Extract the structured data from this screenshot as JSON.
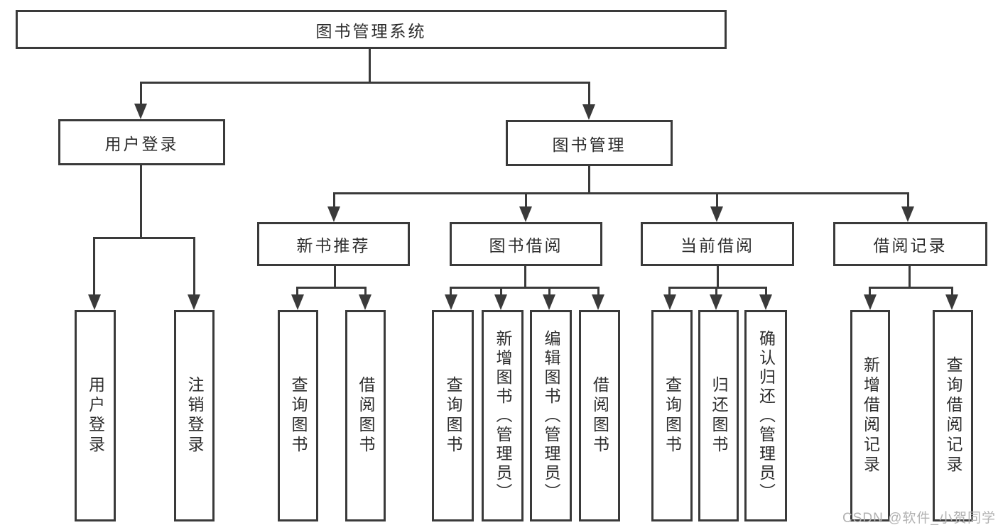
{
  "tree": {
    "root": {
      "label": "图书管理系统"
    },
    "branches": [
      {
        "label": "用户登录",
        "children": [
          {
            "label": "用户登录"
          },
          {
            "label": "注销登录"
          }
        ]
      },
      {
        "label": "图书管理",
        "children": [
          {
            "label": "新书推荐",
            "children": [
              {
                "label": "查询图书"
              },
              {
                "label": "借阅图书"
              }
            ]
          },
          {
            "label": "图书借阅",
            "children": [
              {
                "label": "查询图书"
              },
              {
                "label": "新增图书（管理员）"
              },
              {
                "label": "编辑图书（管理员）"
              },
              {
                "label": "借阅图书"
              }
            ]
          },
          {
            "label": "当前借阅",
            "children": [
              {
                "label": "查询图书"
              },
              {
                "label": "归还图书"
              },
              {
                "label": "确认归还（管理员）"
              }
            ]
          },
          {
            "label": "借阅记录",
            "children": [
              {
                "label": "新增借阅记录"
              },
              {
                "label": "查询借阅记录"
              }
            ]
          }
        ]
      }
    ]
  },
  "watermark": {
    "text": "CSDN @软件_小贺同学"
  },
  "colors": {
    "line": "#3a3a3a",
    "text": "#2d2d2d",
    "watermark": "#b2b2b2",
    "background": "#ffffff"
  }
}
